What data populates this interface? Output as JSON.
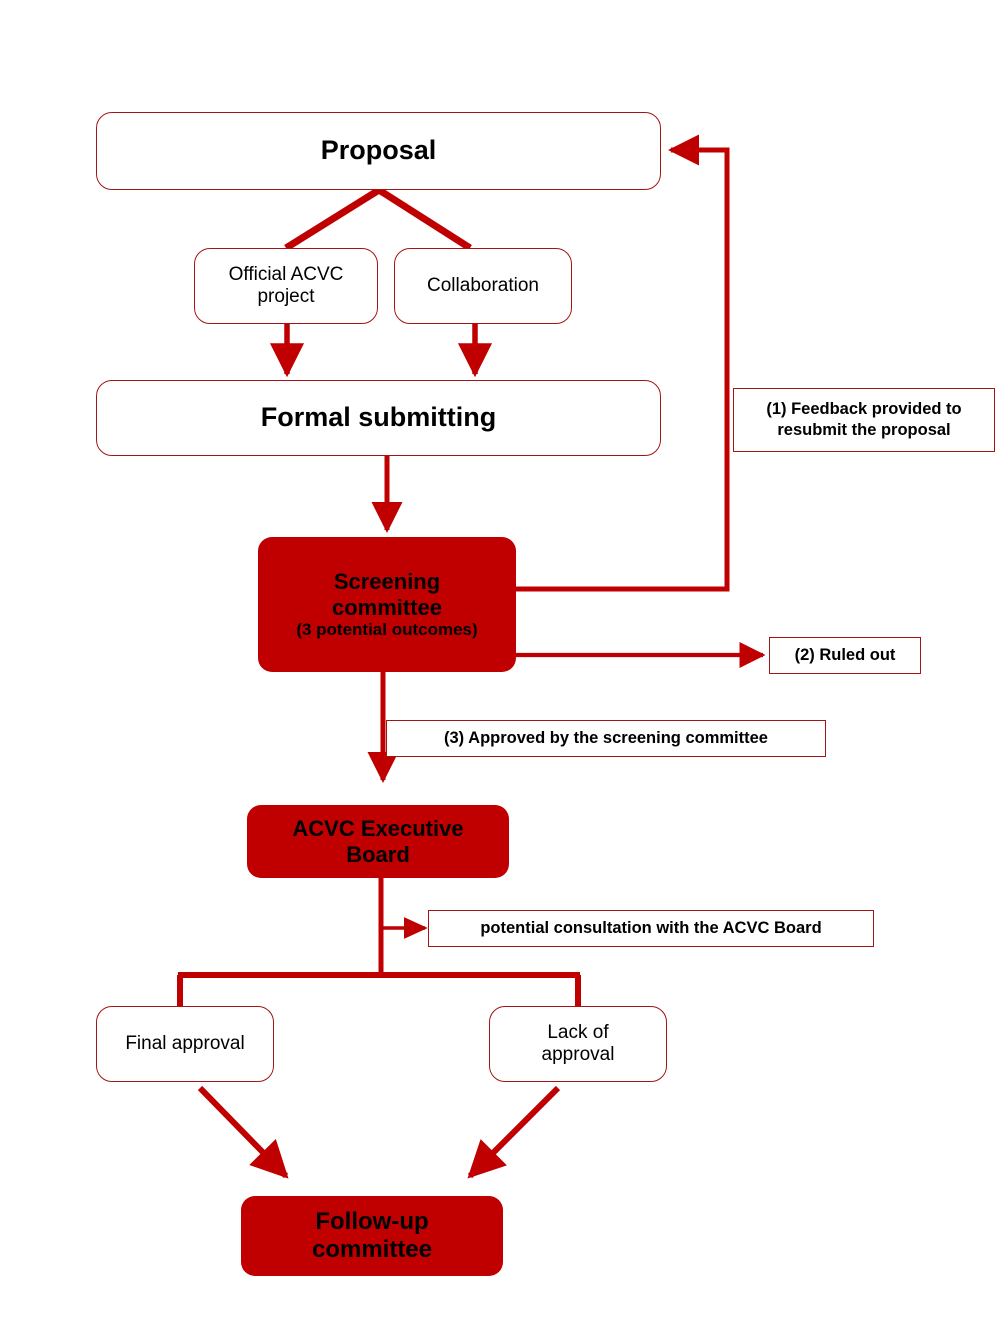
{
  "diagram": {
    "title": "ACVC proposal review workflow",
    "colors": {
      "fill_red": "#C00000",
      "border_red": "#A31515",
      "arrow_red": "#C00000",
      "text_black": "#000000",
      "background": "#FFFFFF"
    },
    "nodes": {
      "proposal": {
        "label": "Proposal",
        "style": "outline"
      },
      "official_project": {
        "line1": "Official ACVC",
        "line2": "project",
        "style": "outline"
      },
      "collaboration": {
        "label": "Collaboration",
        "style": "outline"
      },
      "formal_submitting": {
        "label": "Formal submitting",
        "style": "outline"
      },
      "screening_committee": {
        "line1": "Screening",
        "line2": "committee",
        "line3": "(3 potential outcomes)",
        "style": "filled"
      },
      "executive_board": {
        "line1": "ACVC Executive",
        "line2": "Board",
        "style": "filled"
      },
      "final_approval": {
        "label": "Final approval",
        "style": "outline"
      },
      "lack_of_approval": {
        "line1": "Lack of",
        "line2": "approval",
        "style": "outline"
      },
      "follow_up_committee": {
        "line1": "Follow-up",
        "line2": "committee",
        "style": "filled"
      }
    },
    "labels": {
      "feedback": {
        "line1": "(1)  Feedback provided to",
        "line2": "resubmit the proposal"
      },
      "ruled_out": {
        "text": "(2)  Ruled out"
      },
      "approved": {
        "text": "(3)  Approved by the screening committee"
      },
      "consultation": {
        "text": "potential consultation with the ACVC Board"
      }
    },
    "edges": [
      {
        "name": "proposal-to-official-project",
        "from": "proposal",
        "to": "official_project",
        "style": "diagonal-thick"
      },
      {
        "name": "proposal-to-collaboration",
        "from": "proposal",
        "to": "collaboration",
        "style": "diagonal-thick"
      },
      {
        "name": "official-project-to-formal-submitting",
        "from": "official_project",
        "to": "formal_submitting",
        "style": "arrow-down"
      },
      {
        "name": "collaboration-to-formal-submitting",
        "from": "collaboration",
        "to": "formal_submitting",
        "style": "arrow-down"
      },
      {
        "name": "formal-submitting-to-screening",
        "from": "formal_submitting",
        "to": "screening_committee",
        "style": "arrow-down"
      },
      {
        "name": "screening-to-proposal-feedback",
        "from": "screening_committee",
        "to": "proposal",
        "style": "elbow-arrow-left"
      },
      {
        "name": "screening-to-ruled-out",
        "from": "screening_committee",
        "to": "ruled_out",
        "style": "arrow-right"
      },
      {
        "name": "screening-to-executive-board",
        "from": "screening_committee",
        "to": "executive_board",
        "style": "arrow-down"
      },
      {
        "name": "executive-board-to-consultation",
        "from": "executive_board",
        "to": "consultation",
        "style": "elbow-arrow-right"
      },
      {
        "name": "executive-board-split",
        "from": "executive_board",
        "to": "final_approval,lack_of_approval",
        "style": "tee-split"
      },
      {
        "name": "final-approval-to-follow-up",
        "from": "final_approval",
        "to": "follow_up_committee",
        "style": "diagonal-arrow"
      },
      {
        "name": "lack-of-approval-to-follow-up",
        "from": "lack_of_approval",
        "to": "follow_up_committee",
        "style": "diagonal-arrow"
      }
    ]
  }
}
